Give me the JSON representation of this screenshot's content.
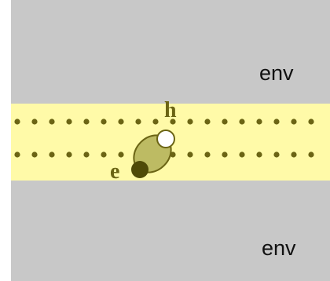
{
  "labels": {
    "env_top": "env",
    "env_bottom": "env",
    "hole": "h",
    "electron": "e"
  },
  "colors": {
    "environment": "#c8c8c8",
    "layer": "#fffaa8",
    "lattice_dot": "#6b6414",
    "exciton_fill": "#bdbb63",
    "exciton_stroke": "#6b6414",
    "electron": "#4f4a08",
    "hole_fill": "#ffffff",
    "hole_stroke": "#6b6414",
    "label_text": "#111111",
    "particle_label": "#6b6414"
  }
}
